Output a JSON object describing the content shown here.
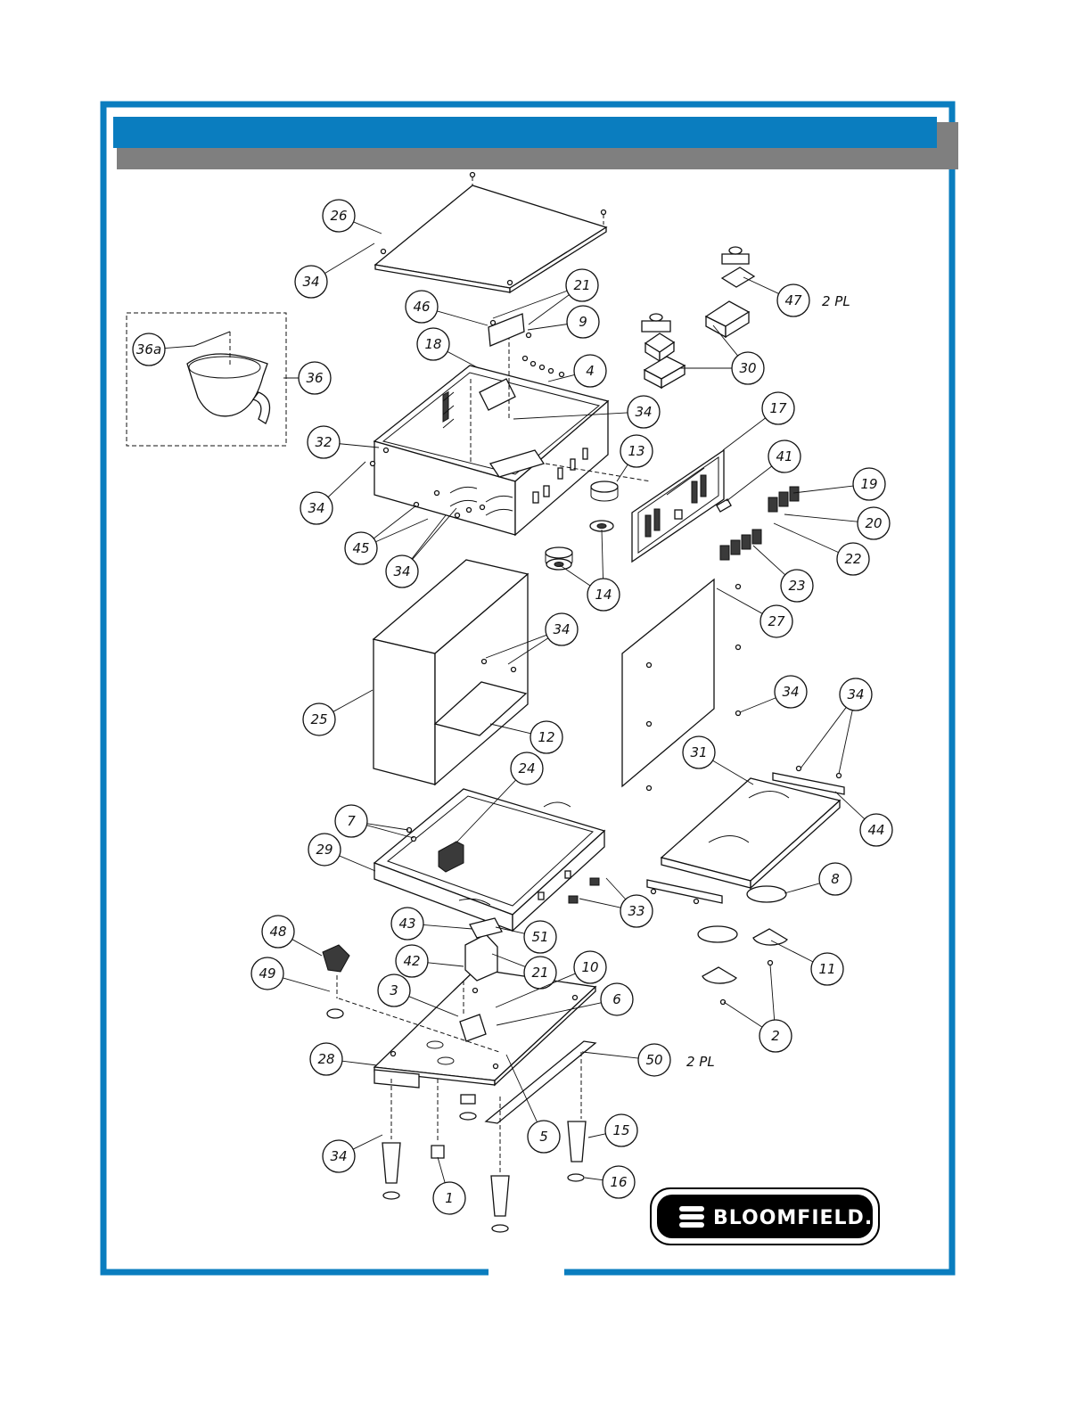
{
  "theme": {
    "frame_color": "#0a7dbf",
    "banner_color": "#0a7dbf",
    "banner_shadow_color": "#7f7f7f",
    "logo_bg": "#000000"
  },
  "banner": {
    "title": ""
  },
  "logo": {
    "text": "BLOOMFIELD."
  },
  "notes": {
    "pl_47": "2 PL",
    "pl_50": "2 PL"
  },
  "callouts": [
    "26",
    "34",
    "46",
    "21",
    "9",
    "18",
    "4",
    "34",
    "36a",
    "36",
    "32",
    "34",
    "45",
    "34",
    "13",
    "14",
    "17",
    "41",
    "19",
    "20",
    "22",
    "23",
    "47",
    "30",
    "34",
    "25",
    "12",
    "27",
    "34",
    "34",
    "31",
    "44",
    "24",
    "7",
    "29",
    "33",
    "8",
    "11",
    "2",
    "43",
    "51",
    "21",
    "42",
    "10",
    "6",
    "48",
    "49",
    "3",
    "28",
    "50",
    "5",
    "15",
    "16",
    "34",
    "1"
  ]
}
